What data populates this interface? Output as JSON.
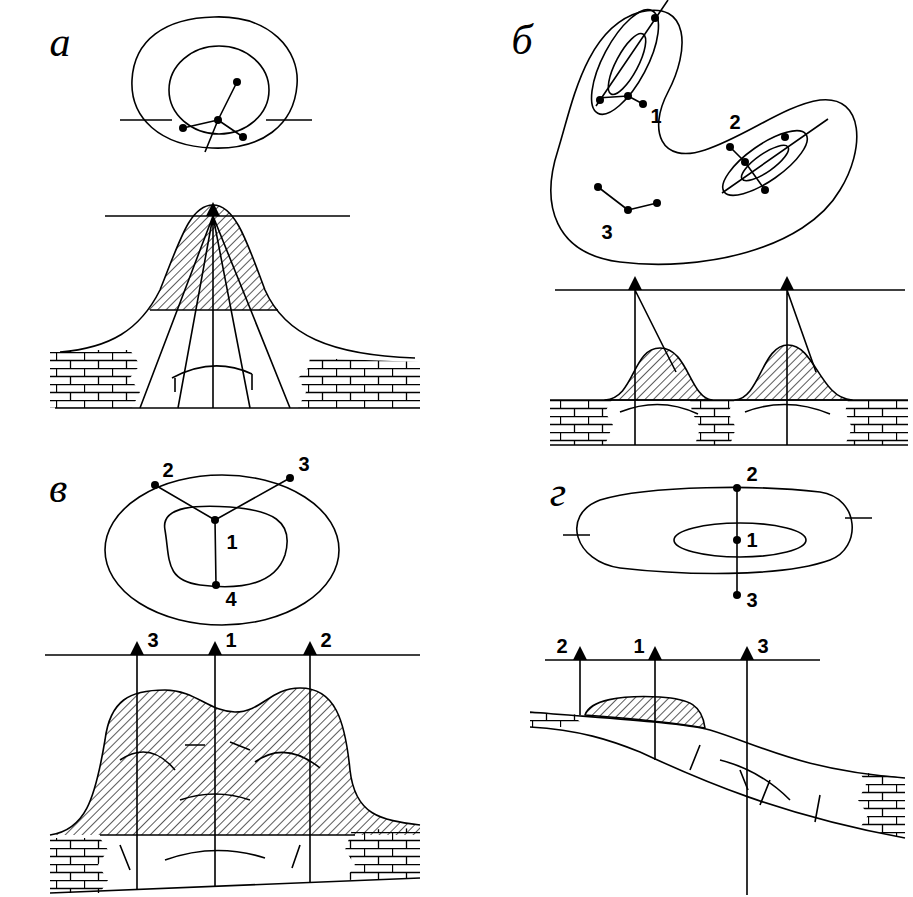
{
  "diagram": {
    "labels": [
      "а",
      "б",
      "1",
      "2",
      "3",
      "в",
      "2",
      "3",
      "1",
      "4",
      "3",
      "1",
      "2",
      "г",
      "2",
      "1",
      "3",
      "2",
      "1",
      "3"
    ]
  }
}
